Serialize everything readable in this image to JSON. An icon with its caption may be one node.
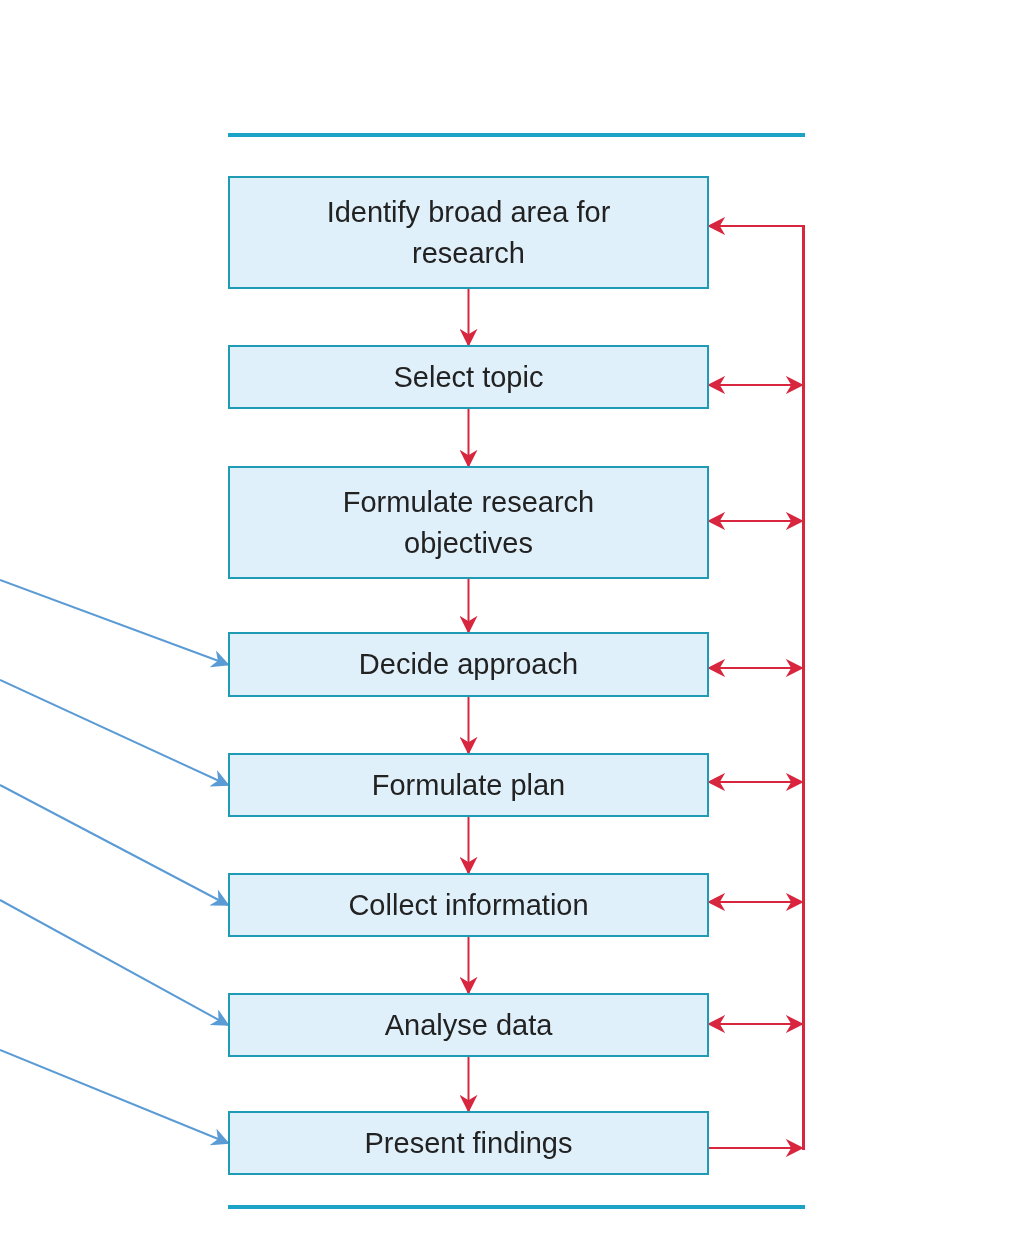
{
  "diagram": {
    "nodes": [
      {
        "text": [
          "Identify broad area for research"
        ]
      },
      {
        "text": [
          "Select topic"
        ]
      },
      {
        "text": [
          "Formulate research objectives"
        ]
      },
      {
        "text": [
          "Decide approach"
        ]
      },
      {
        "text": [
          "Formulate plan"
        ]
      },
      {
        "text": [
          "Collect information"
        ]
      },
      {
        "text": [
          "Analyse data"
        ]
      },
      {
        "text": [
          "Present findings"
        ]
      },
      {
        "text": [],
        "shape": "bar"
      }
    ],
    "edges": [
      {
        "from": 0,
        "to": 1,
        "arrow": "to"
      },
      {
        "from": 1,
        "to": 2,
        "arrow": "to"
      },
      {
        "from": 2,
        "to": 3,
        "arrow": "to"
      },
      {
        "from": 3,
        "to": 4,
        "arrow": "to"
      },
      {
        "from": 4,
        "to": 5,
        "arrow": "to"
      },
      {
        "from": 5,
        "to": 6,
        "arrow": "to"
      },
      {
        "from": 6,
        "to": 7,
        "arrow": "to"
      },
      {
        "from": 7,
        "to": 8,
        "arrow": "to"
      },
      {
        "from": 8,
        "to": 0,
        "arrow": "to"
      },
      {
        "from": 1,
        "to": 8,
        "arrow": "both"
      },
      {
        "from": 2,
        "to": 8,
        "arrow": "both"
      },
      {
        "from": 3,
        "to": 8,
        "arrow": "both"
      },
      {
        "from": 4,
        "to": 8,
        "arrow": "both"
      },
      {
        "from": 5,
        "to": 8,
        "arrow": "both"
      },
      {
        "from": 6,
        "to": 8,
        "arrow": "both"
      },
      {
        "from": null,
        "to": 3,
        "arrow": "to",
        "color": "#5b9bd5"
      },
      {
        "from": null,
        "to": 4,
        "arrow": "to",
        "color": "#5b9bd5"
      },
      {
        "from": null,
        "to": 5,
        "arrow": "to",
        "color": "#5b9bd5"
      },
      {
        "from": null,
        "to": 6,
        "arrow": "to",
        "color": "#5b9bd5"
      },
      {
        "from": null,
        "to": 7,
        "arrow": "to",
        "color": "#5b9bd5"
      }
    ]
  }
}
